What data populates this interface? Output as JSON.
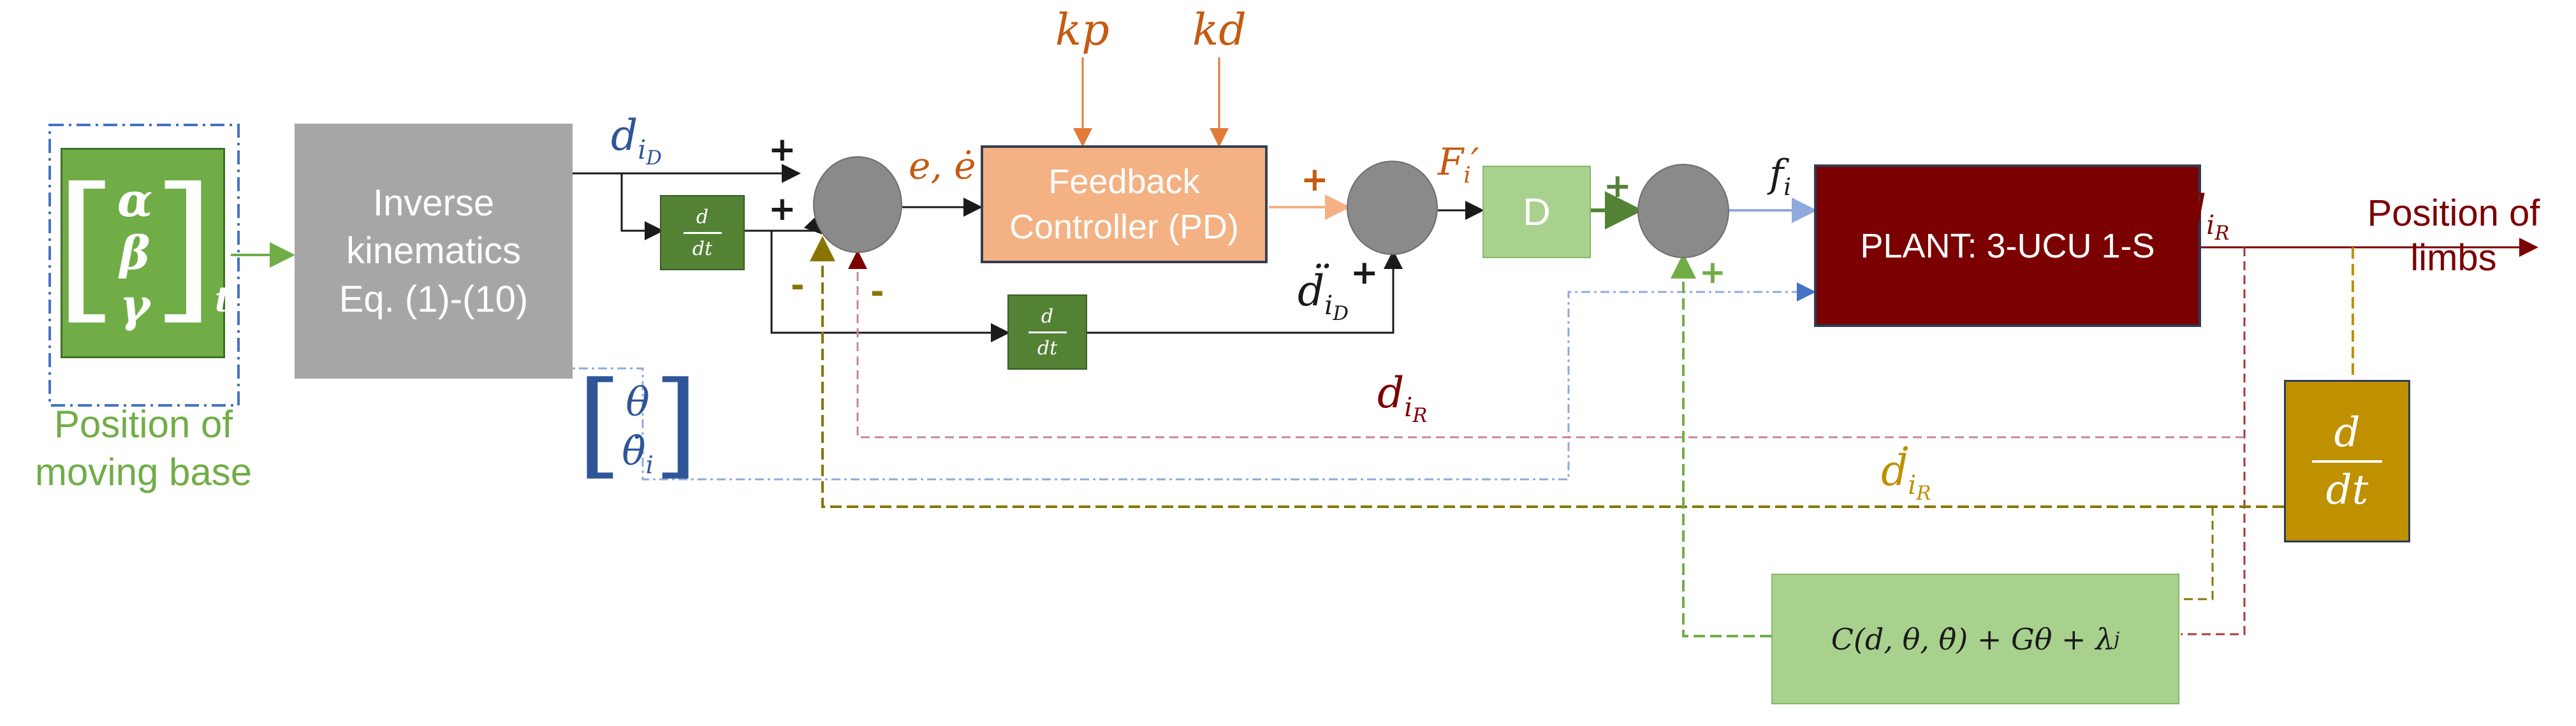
{
  "blocks": {
    "orientation_vector": {
      "rows": [
        "α",
        "β",
        "γ"
      ],
      "subscript": "t"
    },
    "inverse_kinematics": {
      "lines": [
        "Inverse",
        "kinematics",
        "Eq. (1)-(10)"
      ]
    },
    "derivative_1": {
      "num": "d",
      "den": "dt"
    },
    "derivative_2": {
      "num": "d",
      "den": "dt"
    },
    "derivative_3": {
      "num": "d",
      "den": "dt"
    },
    "feedback_controller": {
      "lines": [
        "Feedback",
        "Controller (PD)"
      ]
    },
    "d_block": {
      "label": "D"
    },
    "plant": {
      "label": "PLANT: 3-UCU 1-S"
    },
    "dynamics": {
      "label": "C(d, θ, θ̇) + Gθ + λ",
      "subscript": "j"
    }
  },
  "labels": {
    "position_base": [
      "Position of",
      "moving base"
    ],
    "position_limbs": [
      "Position of",
      "limbs"
    ],
    "kp": "kp",
    "kd": "kd",
    "e_edot": "e, ė",
    "F_i": "F",
    "F_i_sub": "i",
    "F_i_prime": "′",
    "f_i": "f",
    "f_i_sub": "i",
    "d_iD": "d",
    "d_iD_sub": "i",
    "d_iD_subsub": "D",
    "ddot_iD": "d̈",
    "d_iR": "d",
    "d_iR_sub": "i",
    "d_iR_subsub": "R",
    "d_iR_mid": "d",
    "dot_iR": "ḋ",
    "theta": "θ",
    "theta_dot": "θ̇",
    "theta_dot_sub": "i"
  },
  "signs": {
    "plus": "+",
    "minus": "-"
  },
  "colors": {
    "green_block": "#70ad47",
    "gray_block": "#a6a6a6",
    "dark_green": "#548235",
    "orange_block": "#f4b183",
    "light_green": "#a9d18e",
    "plant": "#7b0000",
    "gold": "#bf9000",
    "blue_text": "#2f5597",
    "orange_text": "#c55a11",
    "green_text": "#548235",
    "maroon_text": "#7b0000"
  }
}
